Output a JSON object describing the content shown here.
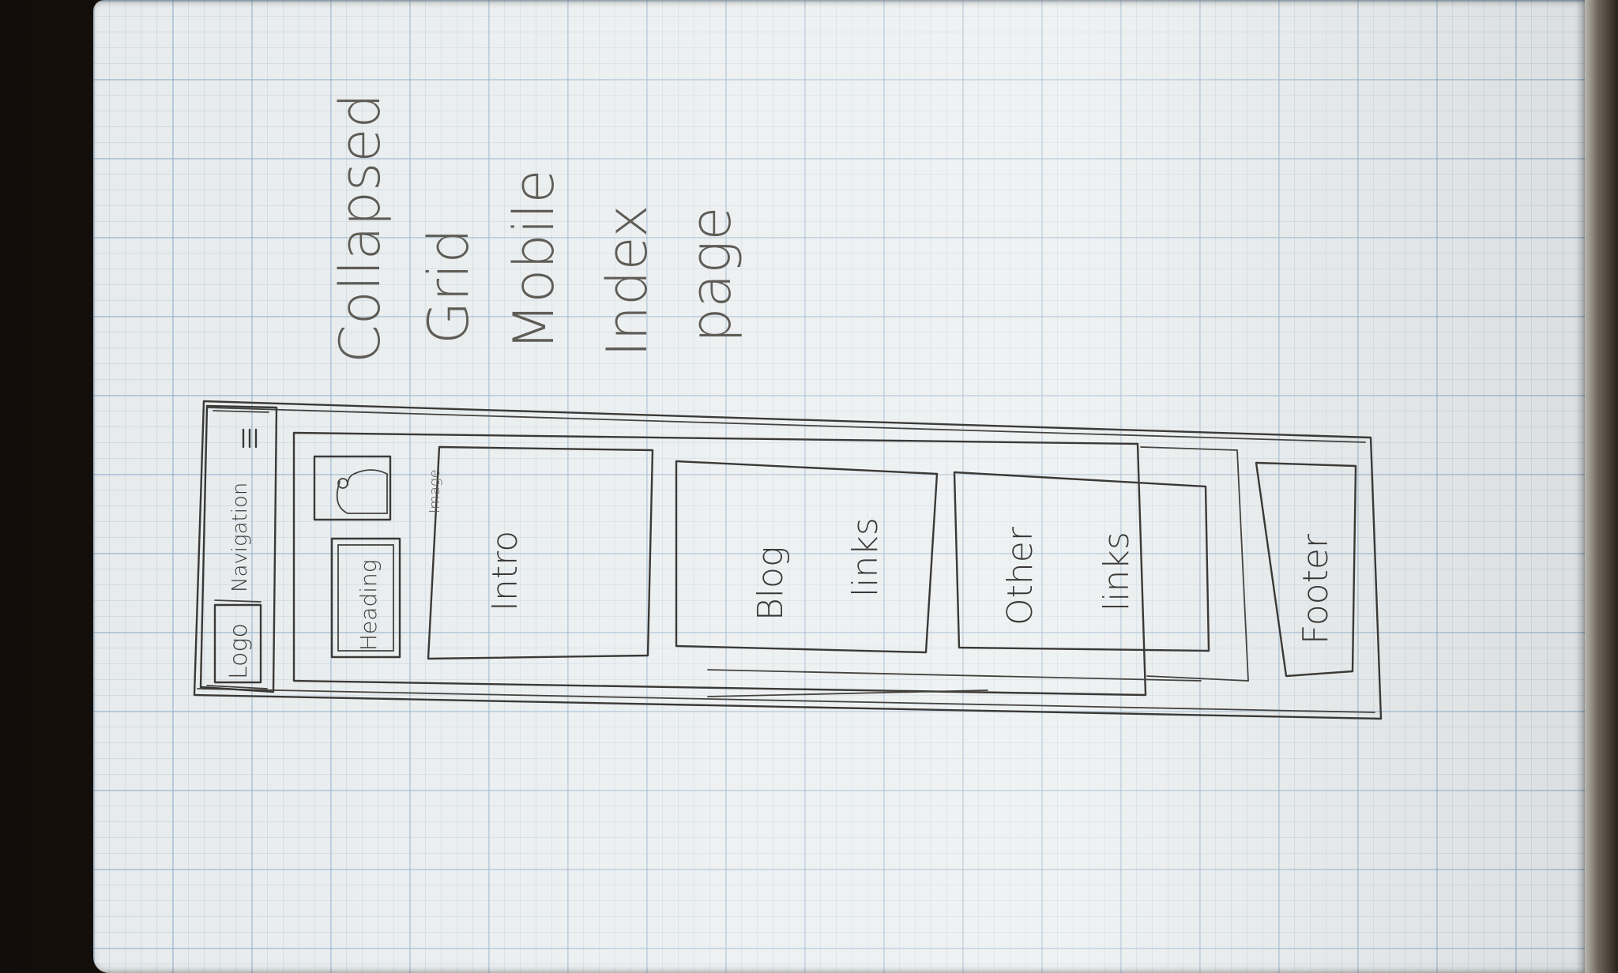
{
  "title_note": {
    "lines": [
      "Collapsed",
      "Grid",
      "Mobile",
      "Index",
      "page"
    ]
  },
  "wireframe": {
    "header": {
      "logo": "Logo",
      "navigation": "Navigation",
      "menu_icon": "hamburger-menu-icon"
    },
    "intro_section": {
      "heading": "Heading",
      "image": "Image",
      "intro": "Intro"
    },
    "blog_links": {
      "line1": "Blog",
      "line2": "links"
    },
    "other_links": {
      "line1": "Other",
      "line2": "links"
    },
    "footer": "Footer"
  },
  "colors": {
    "paper": "#e7ebec",
    "grid": "#82a5c3",
    "ink": "#3b3936",
    "desk": "#1a1411"
  }
}
